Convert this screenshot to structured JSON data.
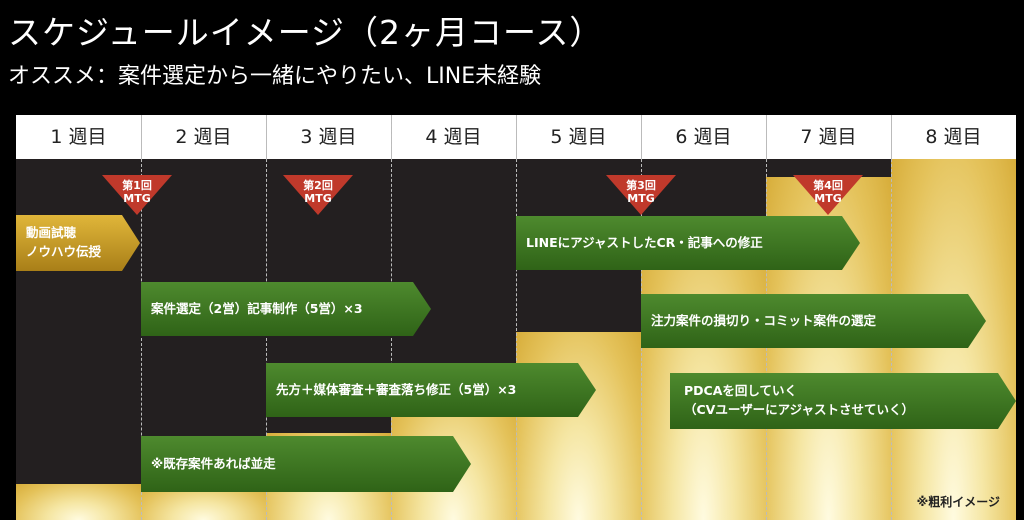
{
  "title": "スケジュールイメージ（2ヶ月コース）",
  "subtitle": "オススメ：案件選定から一緒にやりたい、LINE未経験",
  "weeks": [
    "1 週目",
    "2 週目",
    "3 週目",
    "4 週目",
    "5 週目",
    "6 週目",
    "7 週目",
    "8 週目"
  ],
  "profit_note": "※粗利イメージ",
  "profit_image_levels_of_max": [
    0.1,
    0.1,
    0.24,
    0.36,
    0.52,
    0.8,
    0.95,
    1.0
  ],
  "mtg": [
    {
      "num": "第1回",
      "label": "MTG"
    },
    {
      "num": "第2回",
      "label": "MTG"
    },
    {
      "num": "第3回",
      "label": "MTG"
    },
    {
      "num": "第4回",
      "label": "MTG"
    }
  ],
  "tasks": {
    "study": "動画試聴\nノウハウ伝授",
    "case_select": "案件選定（2営）記事制作（5営）×3",
    "review": "先方＋媒体審査＋審査落ち修正（5営）×3",
    "existing": "※既存案件あれば並走",
    "line_adjust": "LINEにアジャストしたCR・記事への修正",
    "focus": "注力案件の損切り・コミット案件の選定",
    "pdca": "PDCAを回していく\n（CVユーザーにアジャストさせていく）"
  },
  "colors": {
    "green": "#3d7a22",
    "gold": "#d7ad3a",
    "mtg": "#c0392b"
  }
}
